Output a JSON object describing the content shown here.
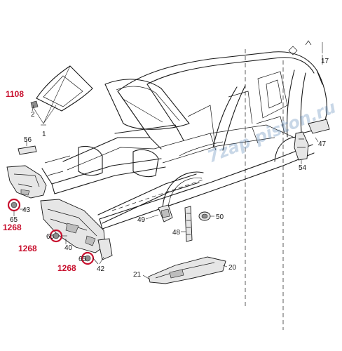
{
  "callouts": {
    "c17": "17",
    "c47": "47",
    "c54": "54",
    "c56": "56",
    "c2": "2",
    "c1": "1",
    "c43": "43",
    "c65a": "65",
    "c65b": "65",
    "c65c": "65",
    "c40": "40",
    "c42": "42",
    "c49": "49",
    "c48": "48",
    "c50": "50",
    "c21": "21",
    "c20": "20"
  },
  "highlights": {
    "h1108": "1108",
    "h1268a": "1268",
    "h1268b": "1268",
    "h1268c": "1268"
  },
  "watermark": "7zap piston.ru",
  "colors": {
    "highlight": "#c8102e",
    "line": "#1a1a1a"
  }
}
